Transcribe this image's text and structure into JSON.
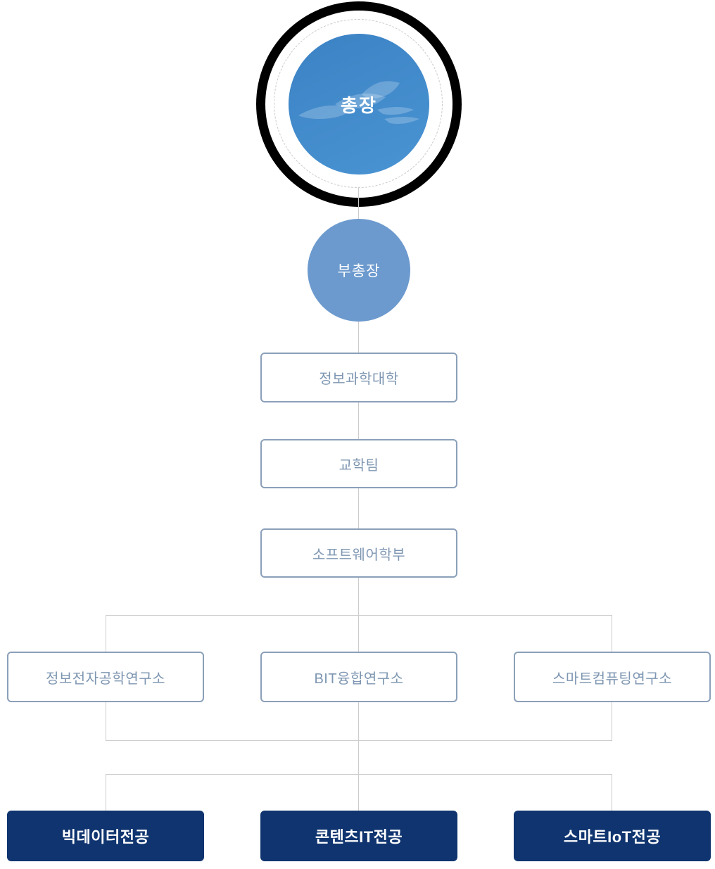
{
  "org_chart": {
    "president": {
      "label": "총장"
    },
    "vice_president": {
      "label": "부총장"
    },
    "units": [
      {
        "label": "정보과학대학"
      },
      {
        "label": "교학팀"
      },
      {
        "label": "소프트웨어학부"
      }
    ],
    "institutes": [
      {
        "label": "정보전자공학연구소"
      },
      {
        "label": "BIT융합연구소"
      },
      {
        "label": "스마트컴퓨팅연구소"
      }
    ],
    "majors": [
      {
        "label": "빅데이터전공"
      },
      {
        "label": "콘텐츠IT전공"
      },
      {
        "label": "스마트IoT전공"
      }
    ],
    "icons": {
      "president_watermark": "wave-logo-icon"
    },
    "colors": {
      "president_ring": "#000000",
      "president_fill_start": "#3b82c4",
      "president_fill_end": "#4a94d3",
      "vice_fill": "#6c9ace",
      "box_border": "#8ba0b9",
      "box_text": "#7e96b2",
      "major_fill": "#0f346f",
      "connector": "#cccccc"
    }
  }
}
